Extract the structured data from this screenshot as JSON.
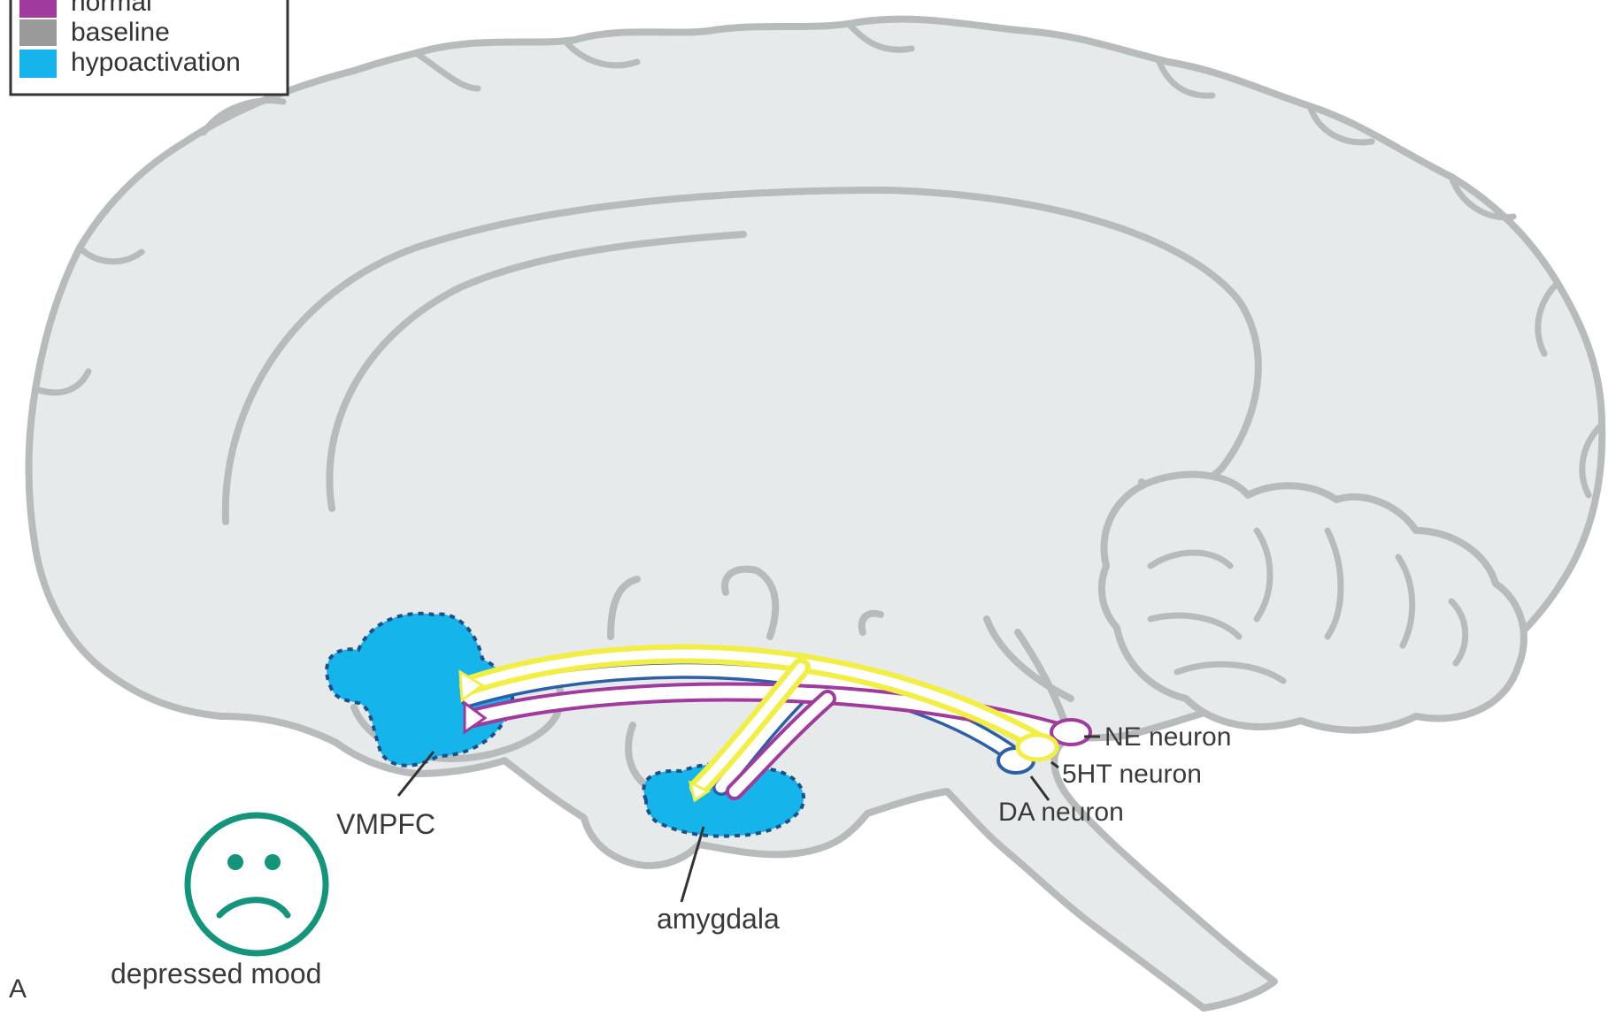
{
  "legend": {
    "items": [
      {
        "label": "normal",
        "color": "#a03a9c"
      },
      {
        "label": "baseline",
        "color": "#9a9a9a"
      },
      {
        "label": "hypoactivation",
        "color": "#15b4ea"
      }
    ]
  },
  "labels": {
    "vmpfc": "VMPFC",
    "amygdala": "amygdala",
    "ne_neuron": "NE neuron",
    "ht_neuron": "5HT neuron",
    "da_neuron": "DA neuron",
    "mood": "depressed mood",
    "panel": "A"
  },
  "colors": {
    "brain_fill": "#e7eaea",
    "brain_outline": "#b8bbbc",
    "hypoactivation": "#15b4ea",
    "dashed_border": "#1f4f8a",
    "ne_pathway": "#a03a9c",
    "ht_pathway": "#f2ee44",
    "da_pathway": "#2d5fa8",
    "face": "#12957a"
  },
  "icons": {
    "mood_icon": "sad-face-icon"
  }
}
